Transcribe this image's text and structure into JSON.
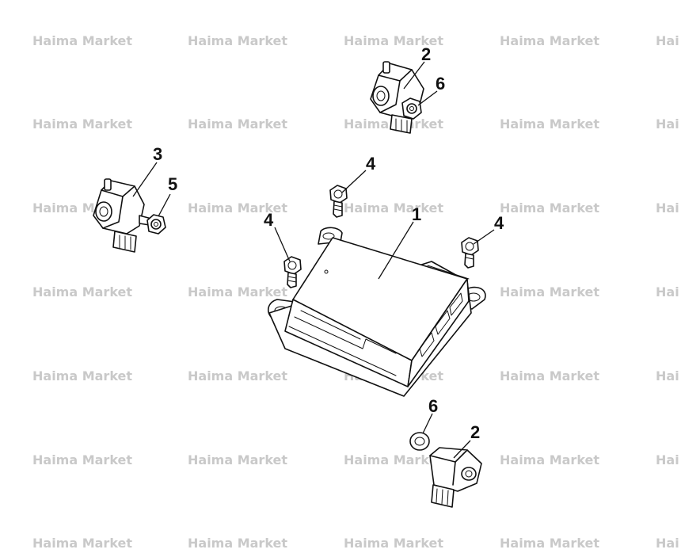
{
  "watermark": {
    "text": "Haima Market",
    "edge_text": "Hai",
    "color": "#c9c9c9"
  },
  "callouts": [
    {
      "id": "ecu",
      "label": "1",
      "color": "#111111"
    },
    {
      "id": "sensor-top",
      "label": "2",
      "color": "#111111"
    },
    {
      "id": "nut-top",
      "label": "6",
      "color": "#111111"
    },
    {
      "id": "sensor-left",
      "label": "3",
      "color": "#111111"
    },
    {
      "id": "nut-left",
      "label": "5",
      "color": "#e00000"
    },
    {
      "id": "bolt-mid",
      "label": "4",
      "color": "#111111"
    },
    {
      "id": "bolt-left",
      "label": "4",
      "color": "#111111"
    },
    {
      "id": "bolt-right",
      "label": "4",
      "color": "#111111"
    },
    {
      "id": "washer-bottom",
      "label": "6",
      "color": "#111111"
    },
    {
      "id": "sensor-bottom",
      "label": "2",
      "color": "#111111"
    }
  ]
}
